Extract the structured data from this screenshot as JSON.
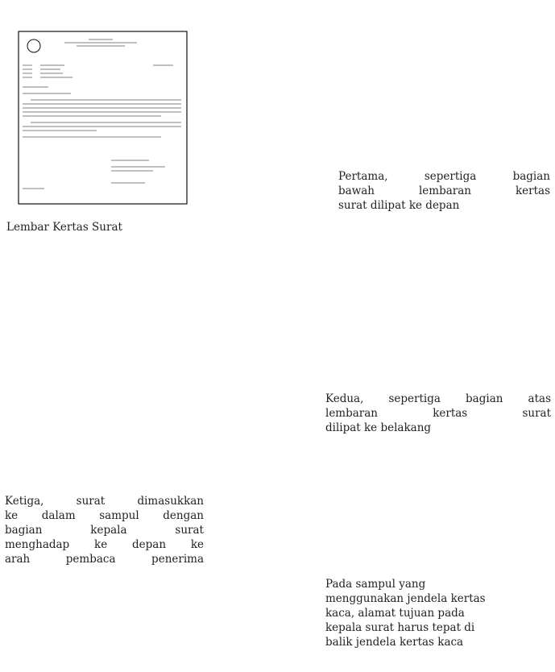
{
  "letter_caption": "Lembar Kertas Surat",
  "step1_lines": [
    "Pertama, sepertiga bagian",
    "bawah lembaran kertas",
    "surat dilipat ke depan"
  ],
  "step2_lines": [
    "Kedua, sepertiga bagian atas",
    "lembaran kertas surat",
    "dilipat ke belakang"
  ],
  "step3_lines": [
    "Ketiga, surat dimasukkan",
    "ke dalam sampul dengan",
    "bagian kepala surat",
    "menghadap ke depan ke",
    "arah pembaca penerima"
  ],
  "step4_lines": [
    "Pada sampul yang",
    "menggunakan jendela kertas",
    "kaca, alamat tujuan pada",
    "kepala surat harus tepat di",
    "balik jendela kertas kaca"
  ],
  "colors": {
    "ink": "#111111",
    "text_gray": "#9a9a9a"
  }
}
